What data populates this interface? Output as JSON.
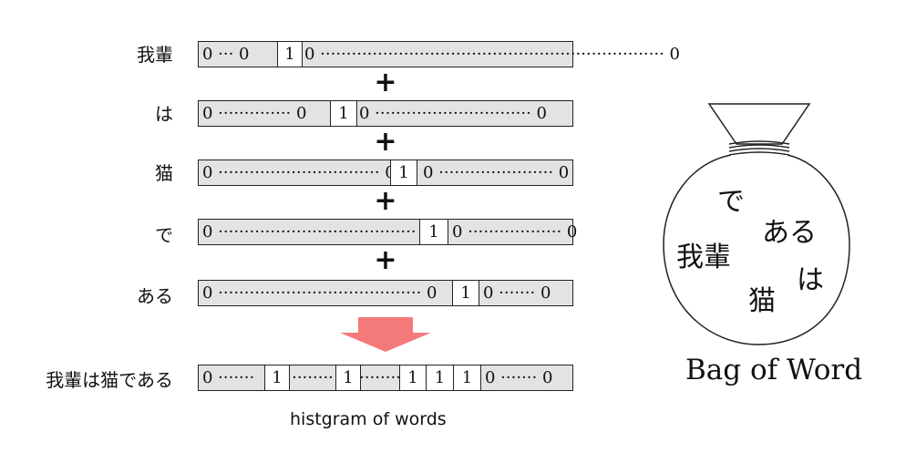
{
  "rows": [
    {
      "label": "我輩",
      "cells": [
        {
          "text": "0 ··· 0",
          "w": 0
        },
        {
          "text": "1",
          "one": true
        },
        {
          "text": "0 ·································································· 0"
        }
      ]
    },
    {
      "label": "は",
      "cells": [
        {
          "text": "0 ·············· 0"
        },
        {
          "text": "1",
          "one": true
        },
        {
          "text": "0 ······························ 0"
        }
      ]
    },
    {
      "label": "猫",
      "cells": [
        {
          "text": "0 ······························· 0"
        },
        {
          "text": "1",
          "one": true
        },
        {
          "text": "0 ······················ 0"
        }
      ]
    },
    {
      "label": "で",
      "cells": [
        {
          "text": "0 ······································ 0"
        },
        {
          "text": "1",
          "one": true
        },
        {
          "text": "0 ·················· 0"
        }
      ]
    },
    {
      "label": "ある",
      "cells": [
        {
          "text": "0 ······································· 0"
        },
        {
          "text": "1",
          "one": true
        },
        {
          "text": "0 ······· 0"
        }
      ]
    }
  ],
  "plus_symbol": "+",
  "result": {
    "label": "我輩は猫である",
    "cells": [
      {
        "text": "0 ·······"
      },
      {
        "text": "1",
        "one": true
      },
      {
        "text": "········"
      },
      {
        "text": "1",
        "one": true
      },
      {
        "text": "········"
      },
      {
        "text": "1",
        "one": true
      },
      {
        "text": "1",
        "one": true
      },
      {
        "text": "1",
        "one": true
      },
      {
        "text": "0 ······· 0"
      }
    ]
  },
  "caption": "histgram of words",
  "bag": {
    "words": [
      "で",
      "ある",
      "我輩",
      "は",
      "猫"
    ],
    "caption": "Bag of Word"
  },
  "colors": {
    "vector_bg": "#e3e3e3",
    "arrow": "#f47a7a",
    "bag_stroke": "#222222"
  }
}
